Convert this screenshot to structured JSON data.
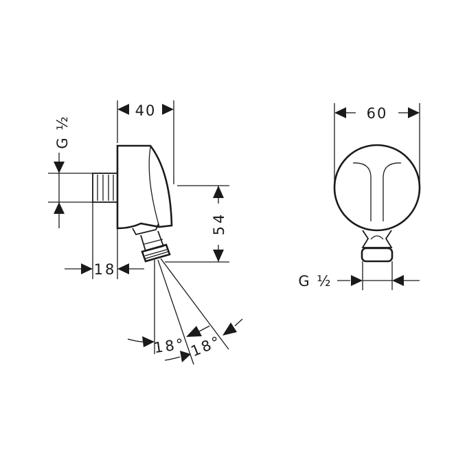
{
  "drawing": {
    "type": "technical-dimension-drawing",
    "side_view": {
      "thread_label": "G ½",
      "width_label": "40",
      "height_label": "54",
      "thread_length_label": "18",
      "angle_labels": [
        "18°",
        "18°"
      ]
    },
    "front_view": {
      "width_label": "60",
      "thread_label": "G ½"
    }
  }
}
